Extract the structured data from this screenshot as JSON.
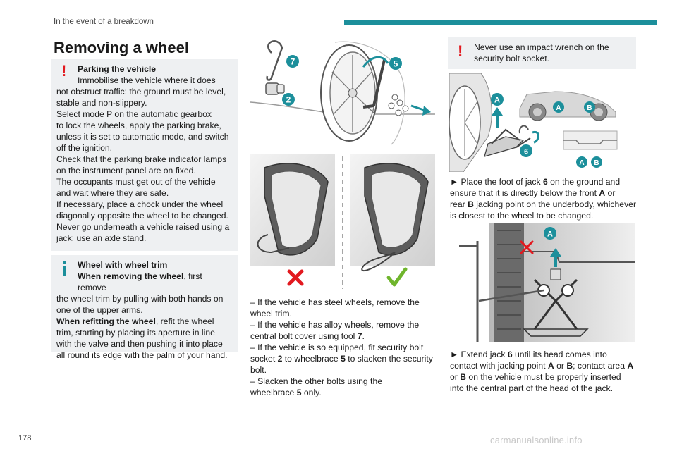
{
  "header": {
    "section": "In the event of a breakdown"
  },
  "page_number": "178",
  "watermark": "carmanualsonline.info",
  "title": "Removing a wheel",
  "warning_parking": {
    "heading": "Parking the vehicle",
    "lines": [
      "Immobilise the vehicle where it does",
      "not obstruct traffic: the ground must be level,",
      "stable and non-slippery.",
      "Select mode P on the automatic gearbox",
      "to lock the wheels, apply the parking brake,",
      "unless it is set to automatic mode, and switch",
      "off the ignition.",
      "Check that the parking brake indicator lamps",
      "on the instrument panel are on fixed.",
      "The occupants must get out of the vehicle",
      "and wait where they are safe.",
      "If necessary, place a chock under the wheel",
      "diagonally opposite the wheel to be changed.",
      "Never go underneath a vehicle raised using a",
      "jack; use an axle stand."
    ]
  },
  "info_trim": {
    "heading": "Wheel with wheel trim",
    "removing_label": "When removing the wheel",
    "removing_text_1": ", first remove",
    "lines_a": [
      "the wheel trim by pulling with both hands on",
      "one of the upper arms."
    ],
    "refitting_label": "When refitting the wheel",
    "refitting_text_1": ", refit the wheel",
    "lines_b": [
      "trim, starting by placing its aperture in line",
      "with the valve and then pushing it into place",
      "all round its edge with the palm of your hand."
    ]
  },
  "figure_labels": {
    "tool_7": "7",
    "socket_2": "2",
    "wheelbrace_5": "5",
    "jack_6": "6",
    "point_a": "A",
    "point_b": "B"
  },
  "middle_text": {
    "l1": "–  If the vehicle has steel wheels, remove the",
    "l2": "wheel trim.",
    "l3": "–  If the vehicle has alloy wheels, remove the",
    "l4a": "central bolt cover using tool ",
    "l4b": "7",
    "l4c": ".",
    "l5": "–  If the vehicle is so equipped, fit security bolt",
    "l6a": "socket ",
    "l6b": "2",
    "l6c": " to wheelbrace ",
    "l6d": "5",
    "l6e": " to slacken the security",
    "l7": "bolt.",
    "l8": "–  Slacken the other bolts using the",
    "l9a": "wheelbrace ",
    "l9b": "5",
    "l9c": " only."
  },
  "warning_impact": {
    "lines": [
      "Never use an impact wrench on the",
      "security bolt socket."
    ]
  },
  "step_place": {
    "a": "►  Place the foot of jack ",
    "b": "6",
    "c": " on the ground and",
    "d": "ensure that it is directly below the front ",
    "e": "A",
    "f": " or",
    "g": "rear ",
    "h": "B",
    "i": " jacking point on the underbody, whichever",
    "j": "is closest to the wheel to be changed."
  },
  "step_extend": {
    "a": "►  Extend jack ",
    "b": "6",
    "c": " until its head comes into",
    "d": "contact with jacking point ",
    "e": "A",
    "f": " or ",
    "g": "B",
    "h": "; contact area ",
    "i": "A",
    "j": "or ",
    "k": "B",
    "l": " on the vehicle must be properly inserted",
    "m": "into the central part of the head of the jack."
  },
  "colors": {
    "accent": "#1c8f9b",
    "warning": "#e2191f",
    "ok": "#6fb52c",
    "box_bg": "#eef0f2"
  }
}
